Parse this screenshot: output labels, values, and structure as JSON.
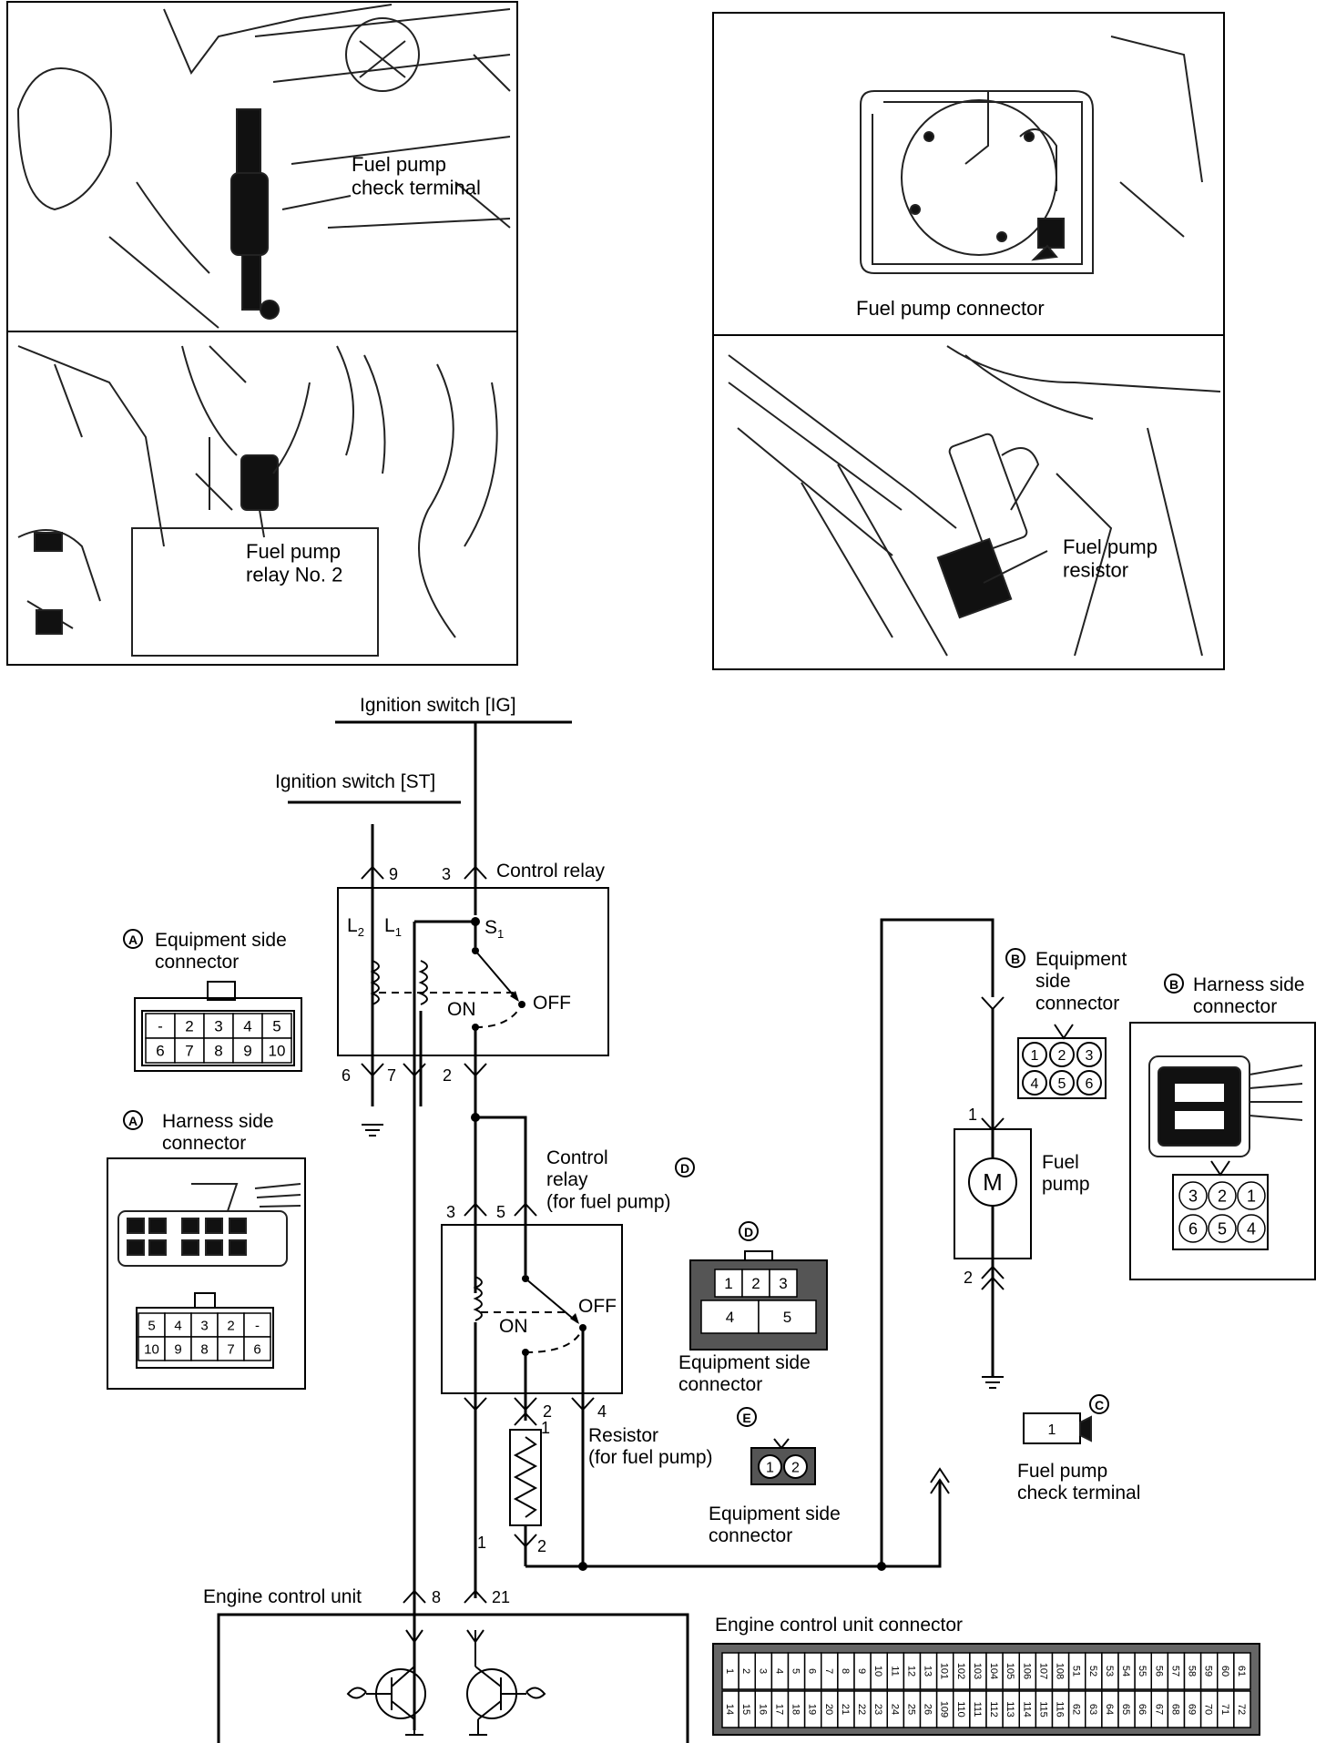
{
  "photos": {
    "check_terminal": "Fuel pump\ncheck terminal",
    "relay_no2": "Fuel pump\nrelay No. 2",
    "pump_connector": "Fuel pump connector",
    "pump_resistor": "Fuel pump\nresistor"
  },
  "wiring": {
    "ig_switch": "Ignition switch [IG]",
    "st_switch": "Ignition switch [ST]",
    "control_relay": "Control relay",
    "control_relay_fp": "Control\nrelay\n(for fuel pump)",
    "resistor": "Resistor\n(for fuel pump)",
    "fuel_pump": "Fuel\npump",
    "motor_symbol": "M",
    "ecu": "Engine control unit",
    "ecu_connector": "Engine control unit connector",
    "coil_l2": "L",
    "coil_l2_sub": "2",
    "coil_l1": "L",
    "coil_l1_sub": "1",
    "switch_s1": "S",
    "switch_s1_sub": "1",
    "on": "ON",
    "off": "OFF",
    "pins": {
      "r1_9": "9",
      "r1_3": "3",
      "r1_6": "6",
      "r1_7": "7",
      "r1_2": "2",
      "r2_3": "3",
      "r2_5": "5",
      "r2_2": "2",
      "r2_4": "4",
      "res_1": "1",
      "res_2": "2",
      "pump_1": "1",
      "pump_2": "2",
      "ecu_1": "1",
      "ecu_8": "8",
      "ecu_21": "21"
    }
  },
  "connectors": {
    "a_equipment": {
      "badge": "A",
      "title": "Equipment side\nconnector",
      "row1": [
        "-",
        "2",
        "3",
        "4",
        "5"
      ],
      "row2": [
        "6",
        "7",
        "8",
        "9",
        "10"
      ]
    },
    "a_harness": {
      "badge": "A",
      "title": "Harness side\nconnector",
      "row1": [
        "5",
        "4",
        "3",
        "2",
        "-"
      ],
      "row2": [
        "10",
        "9",
        "8",
        "7",
        "6"
      ]
    },
    "b_equipment": {
      "badge": "B",
      "title": "Equipment\nside\nconnector",
      "row1": [
        "1",
        "2",
        "3"
      ],
      "row2": [
        "4",
        "5",
        "6"
      ]
    },
    "b_harness": {
      "badge": "B",
      "title": "Harness side\nconnector",
      "row1": [
        "3",
        "2",
        "1"
      ],
      "row2": [
        "6",
        "5",
        "4"
      ]
    },
    "c_terminal": {
      "badge": "C",
      "title": "Fuel pump\ncheck terminal",
      "pin": "1"
    },
    "d_equipment": {
      "badge": "D",
      "title": "Equipment side\nconnector",
      "row1": [
        "1",
        "2",
        "3"
      ],
      "row2": [
        "4",
        "5"
      ]
    },
    "e_equipment": {
      "badge": "E",
      "title": "Equipment side\nconnector",
      "pins": [
        "1",
        "2"
      ]
    }
  },
  "ecu_pins": {
    "top": [
      "1",
      "2",
      "3",
      "4",
      "5",
      "6",
      "7",
      "8",
      "9",
      "10",
      "11",
      "12",
      "13",
      "101",
      "102",
      "103",
      "104",
      "105",
      "106",
      "107",
      "108",
      "51",
      "52",
      "53",
      "54",
      "55",
      "56",
      "57",
      "58",
      "59",
      "60",
      "61"
    ],
    "bottom": [
      "14",
      "15",
      "16",
      "17",
      "18",
      "19",
      "20",
      "21",
      "22",
      "23",
      "24",
      "25",
      "26",
      "109",
      "110",
      "111",
      "112",
      "113",
      "114",
      "115",
      "116",
      "62",
      "63",
      "64",
      "65",
      "66",
      "67",
      "68",
      "69",
      "70",
      "71",
      "72"
    ]
  }
}
